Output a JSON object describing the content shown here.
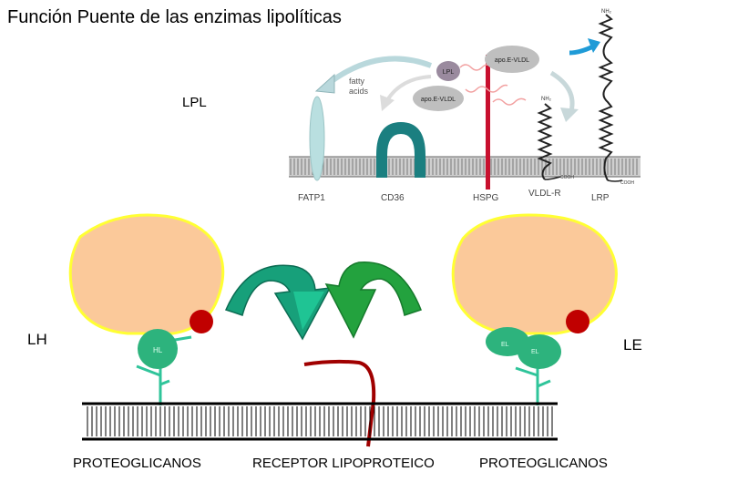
{
  "title": "Función Puente de las enzimas lipolíticas",
  "labels": {
    "lpl": "LPL",
    "lh": "LH",
    "le": "LE",
    "proteoglicanos_left": "PROTEOGLICANOS",
    "receptor": "RECEPTOR LIPOPROTEICO",
    "proteoglicanos_right": "PROTEOGLICANOS"
  },
  "inset": {
    "fatty_acids": [
      "fatty",
      "acids"
    ],
    "lpl": "LPL",
    "apoe_top": "apo.E-VLDL",
    "apoe_bottom": "apo.E-VLDL",
    "nh2_1": "NH₂",
    "nh2_2": "NH₂",
    "cooh_1": "COOH",
    "cooh_2": "COOH",
    "receptors": [
      "FATP1",
      "CD36",
      "HSPG",
      "VLDL-R",
      "LRP"
    ]
  },
  "enzymes": {
    "hl": "HL",
    "el1": "EL",
    "el2": "EL"
  },
  "colors": {
    "lipoprotein_fill": "#fbc99a",
    "lipoprotein_border": "#ffff33",
    "red_dot": "#c00000",
    "enzyme_green": "#2db37d",
    "arrow_left": "#17a07a",
    "arrow_right": "#23a23e",
    "receptor_red": "#a00000",
    "membrane_inset": "#8a8a8a",
    "fatp1": "#b9dfe0",
    "cd36": "#1b7f80",
    "hspg": "#c8102e",
    "apoe_grey": "#bfbfbf",
    "blue_arrow": "#1f9bd7"
  }
}
